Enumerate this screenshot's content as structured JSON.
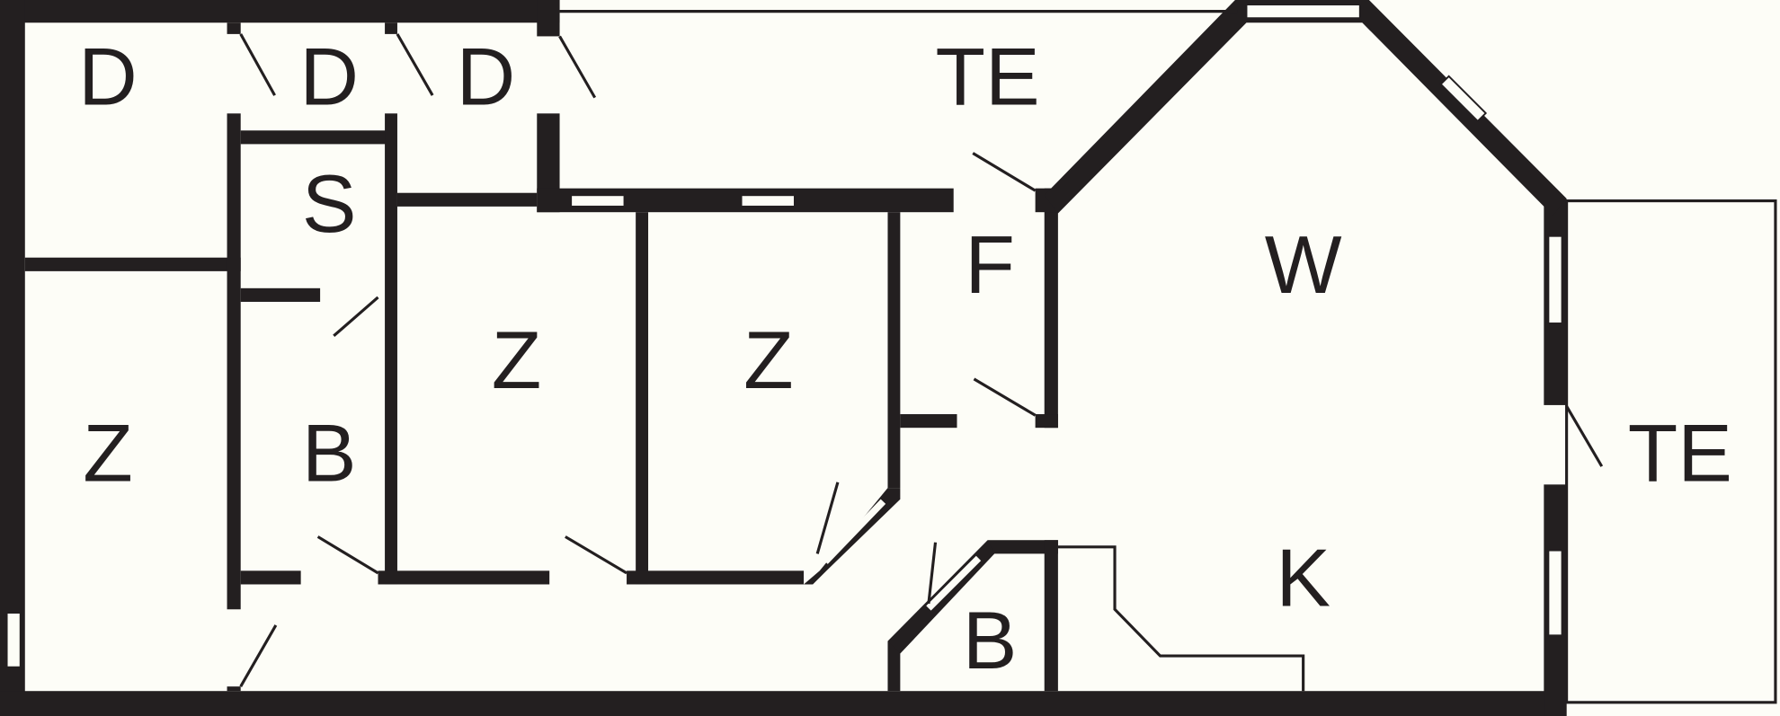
{
  "plan": {
    "colors": {
      "wall": "#231f20",
      "background": "#fdfdf7"
    },
    "rooms": [
      {
        "id": "d1",
        "label": "D"
      },
      {
        "id": "d2",
        "label": "D"
      },
      {
        "id": "d3",
        "label": "D"
      },
      {
        "id": "te-top",
        "label": "TE"
      },
      {
        "id": "s",
        "label": "S"
      },
      {
        "id": "z1",
        "label": "Z"
      },
      {
        "id": "b1",
        "label": "B"
      },
      {
        "id": "z2",
        "label": "Z"
      },
      {
        "id": "z3",
        "label": "Z"
      },
      {
        "id": "f",
        "label": "F"
      },
      {
        "id": "w",
        "label": "W"
      },
      {
        "id": "te-right",
        "label": "TE"
      },
      {
        "id": "k",
        "label": "K"
      },
      {
        "id": "b2",
        "label": "B"
      }
    ]
  }
}
